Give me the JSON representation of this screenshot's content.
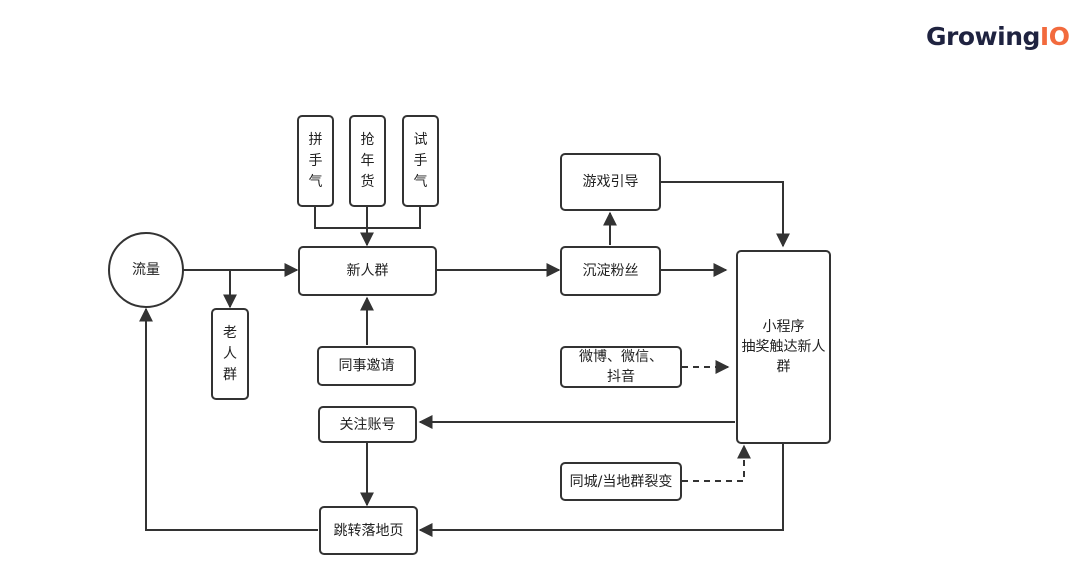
{
  "logo": {
    "text_main": "Growing",
    "text_accent": "IO",
    "accent_color": "#f26a3d",
    "text_color": "#1f2340"
  },
  "nodes": {
    "traffic": "流量",
    "old_users": "老\n人\n群",
    "pin_shouqi": "拼\n手\n气",
    "qiang_nianhuo": "抢\n年\n货",
    "shi_shouqi": "试\n手\n气",
    "new_users": "新人群",
    "colleague_invite": "同事邀请",
    "game_guide": "游戏引导",
    "fans": "沉淀粉丝",
    "mini_program": "小程序\n抽奖触达新人\n群",
    "weibo_wechat_douyin": "微博、微信、\n抖音",
    "follow_account": "关注账号",
    "city_group": "同城/当地群裂变",
    "landing_page": "跳转落地页"
  },
  "stroke_color": "#333333"
}
